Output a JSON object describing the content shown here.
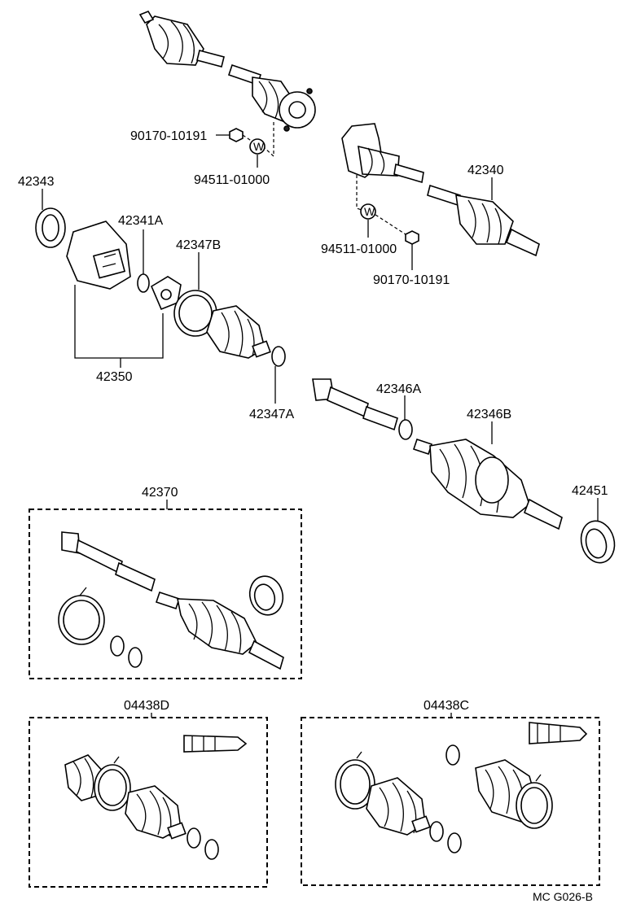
{
  "labels": {
    "p42343": "42343",
    "p42341a": "42341A",
    "p42347b": "42347B",
    "p42350": "42350",
    "p42347a": "42347A",
    "p42340": "42340",
    "p90170_top": "90170-10191",
    "p94511_top": "94511-01000",
    "p94511_right": "94511-01000",
    "p90170_right": "90170-10191",
    "p42346a": "42346A",
    "p42346b": "42346B",
    "p42451": "42451",
    "p42370": "42370",
    "p04438d": "04438D",
    "p04438c": "04438C",
    "washer_w1": "W",
    "washer_w2": "W"
  },
  "footer": {
    "ref_code": "MC G026-B"
  }
}
